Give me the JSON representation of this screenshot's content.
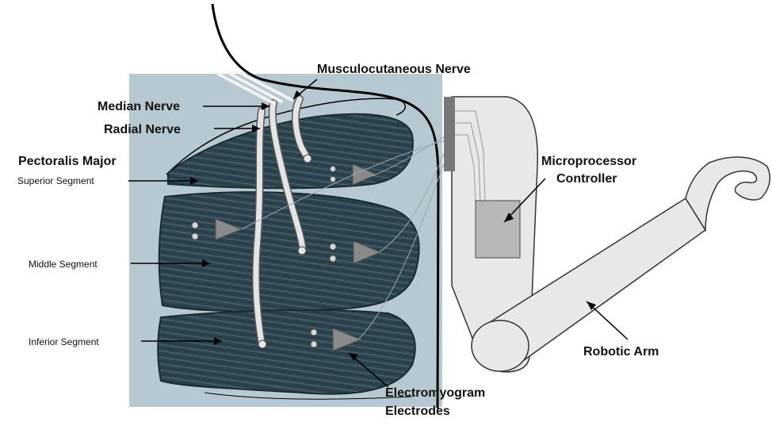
{
  "labels": {
    "musculocutaneous": "Musculocutaneous Nerve",
    "median": "Median Nerve",
    "radial": "Radial Nerve",
    "pectoralis": "Pectoralis Major",
    "superior": "Superior Segment",
    "middle": "Middle Segment",
    "inferior": "Inferior Segment",
    "microprocessor_line1": "Microprocessor",
    "microprocessor_line2": "Controller",
    "robotic_arm": "Robotic Arm",
    "electrodes_line1": "Electromyogram",
    "electrodes_line2": "Electrodes"
  },
  "colors": {
    "panel": "#b7c9d0",
    "muscle": "#2e4550",
    "muscle_dark": "#1b2b33",
    "electrode": "#8a8a8a",
    "device": "#e8e8e8",
    "controller": "#b8b8b8",
    "nerve": "#cfcfcf"
  }
}
